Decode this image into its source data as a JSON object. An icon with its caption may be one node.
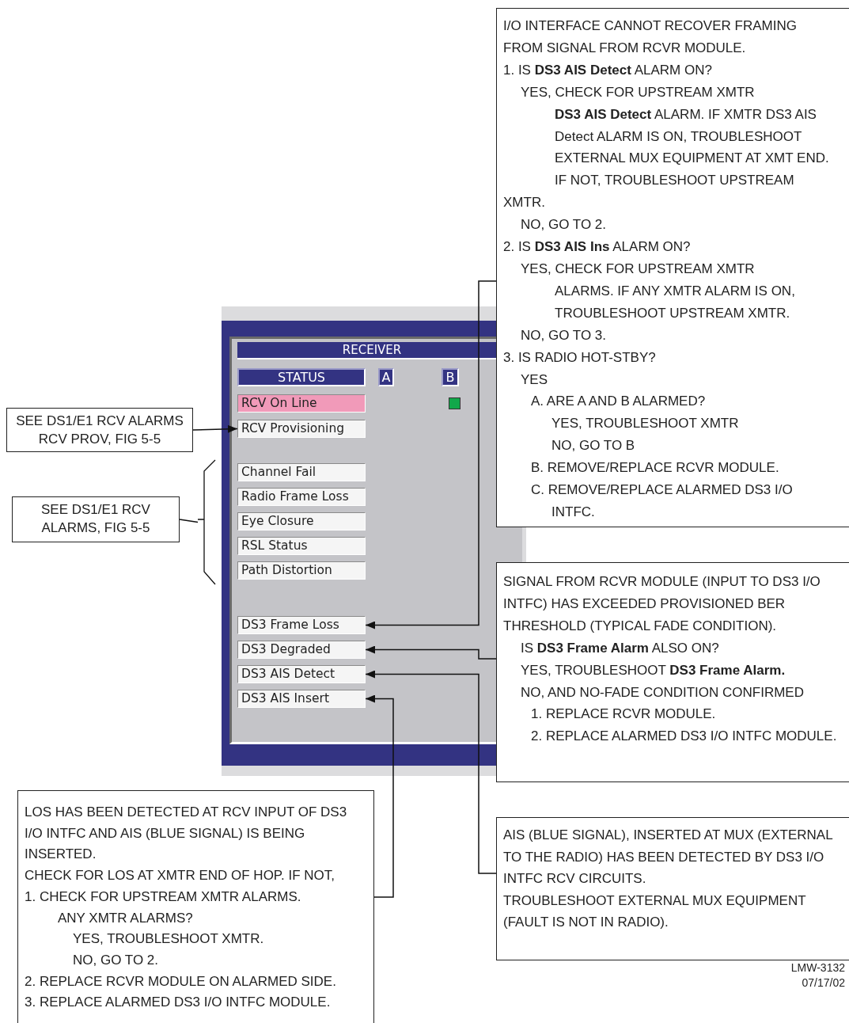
{
  "diagram": {
    "nodes": [
      {
        "text": [
          "RECEIVER"
        ]
      },
      {
        "text": [
          "STATUS"
        ],
        "in": 0
      },
      {
        "text": [
          "A"
        ],
        "in": 0
      },
      {
        "text": [
          "B"
        ],
        "in": 0
      },
      {
        "text": [
          "RCV On Line"
        ],
        "in": 0
      },
      {
        "text": [
          "RCV Provisioning"
        ],
        "in": 0
      },
      {
        "text": [
          "Channel Fail"
        ],
        "in": 0
      },
      {
        "text": [
          "Radio Frame Loss"
        ],
        "in": 0
      },
      {
        "text": [
          "Eye Closure"
        ],
        "in": 0
      },
      {
        "text": [
          "RSL Status"
        ],
        "in": 0
      },
      {
        "text": [
          "Path Distortion"
        ],
        "in": 0
      },
      {
        "text": [
          "DS3 Frame Loss"
        ],
        "in": 0
      },
      {
        "text": [
          "DS3 Degraded"
        ],
        "in": 0
      },
      {
        "text": [
          "DS3 AIS Detect"
        ],
        "in": 0
      },
      {
        "text": [
          "DS3 AIS Insert"
        ],
        "in": 0
      },
      {
        "text": [
          "SEE DS1/E1 RCV ALARMS RCV PROV, FIG 5-5"
        ]
      },
      {
        "text": [
          "SEE DS1/E1 RCV ALARMS, FIG 5-5"
        ]
      },
      {
        "text": [
          "I/O INTERFACE CANNOT RECOVER FRAMING FROM SIGNAL FROM RCVR MODULE.",
          "1. IS **DS3 AIS Detect** ALARM ON?",
          "YES, CHECK FOR UPSTREAM XMTR",
          "**DS3 AIS Detect** ALARM. IF XMTR DS3 AIS Detect ALARM IS ON, TROUBLESHOOT EXTERNAL MUX EQUIPMENT AT XMT END. IF NOT, TROUBLESHOOT UPSTREAM",
          "XMTR.",
          "NO, GO TO 2.",
          "2. IS **DS3 AIS Ins** ALARM ON?",
          "YES, CHECK FOR UPSTREAM XMTR",
          "ALARMS. IF ANY XMTR ALARM IS ON, TROUBLESHOOT UPSTREAM XMTR.",
          "NO, GO TO 3.",
          "3. IS RADIO HOT-STBY?",
          "YES",
          "A. ARE A AND B ALARMED?",
          "YES, TROUBLESHOOT XMTR",
          "NO, GO TO B",
          "B. REMOVE/REPLACE RCVR MODULE.",
          "C. REMOVE/REPLACE ALARMED DS3 I/O INTFC."
        ]
      },
      {
        "text": [
          "SIGNAL FROM RCVR MODULE (INPUT TO DS3 I/O INTFC) HAS EXCEEDED PROVISIONED BER THRESHOLD (TYPICAL FADE CONDITION).",
          "IS **DS3 Frame Alarm** ALSO ON?",
          "YES, TROUBLESHOOT **DS3 Frame Alarm.**",
          "NO, AND NO-FADE CONDITION CONFIRMED",
          "1. REPLACE RCVR MODULE.",
          "2. REPLACE ALARMED DS3 I/O INTFC MODULE."
        ]
      },
      {
        "text": [
          "AIS (BLUE SIGNAL), INSERTED AT MUX (EXTERNAL",
          "TO THE RADIO) HAS BEEN DETECTED BY DS3 I/O INTFC RCV CIRCUITS.",
          "TROUBLESHOOT EXTERNAL MUX EQUIPMENT (FAULT IS NOT IN RADIO)."
        ]
      },
      {
        "text": [
          "LOS HAS BEEN DETECTED AT RCV INPUT OF DS3 I/O INTFC AND AIS (BLUE SIGNAL) IS BEING INSERTED.",
          "CHECK FOR LOS AT XMTR END OF HOP. IF NOT,",
          "1. CHECK FOR UPSTREAM XMTR ALARMS.",
          "ANY XMTR ALARMS?",
          "YES, TROUBLESHOOT XMTR.",
          "NO, GO TO 2.",
          "2. REPLACE RCVR MODULE ON ALARMED SIDE.",
          "3. REPLACE ALARMED DS3 I/O INTFC MODULE."
        ]
      },
      {
        "text": [],
        "shape": "bracket"
      }
    ],
    "edges": [
      {
        "from": 17,
        "to": 11,
        "arrow": "to"
      },
      {
        "from": 18,
        "to": 12,
        "arrow": "to"
      },
      {
        "from": 19,
        "to": 13,
        "arrow": "to"
      },
      {
        "from": 20,
        "to": 14,
        "arrow": "to"
      },
      {
        "from": 15,
        "to": 5,
        "arrow": "to"
      },
      {
        "from": 16,
        "to": 21,
        "arrow": "none"
      }
    ],
    "labels": [
      "LMW-3132",
      "07/17/02"
    ]
  }
}
